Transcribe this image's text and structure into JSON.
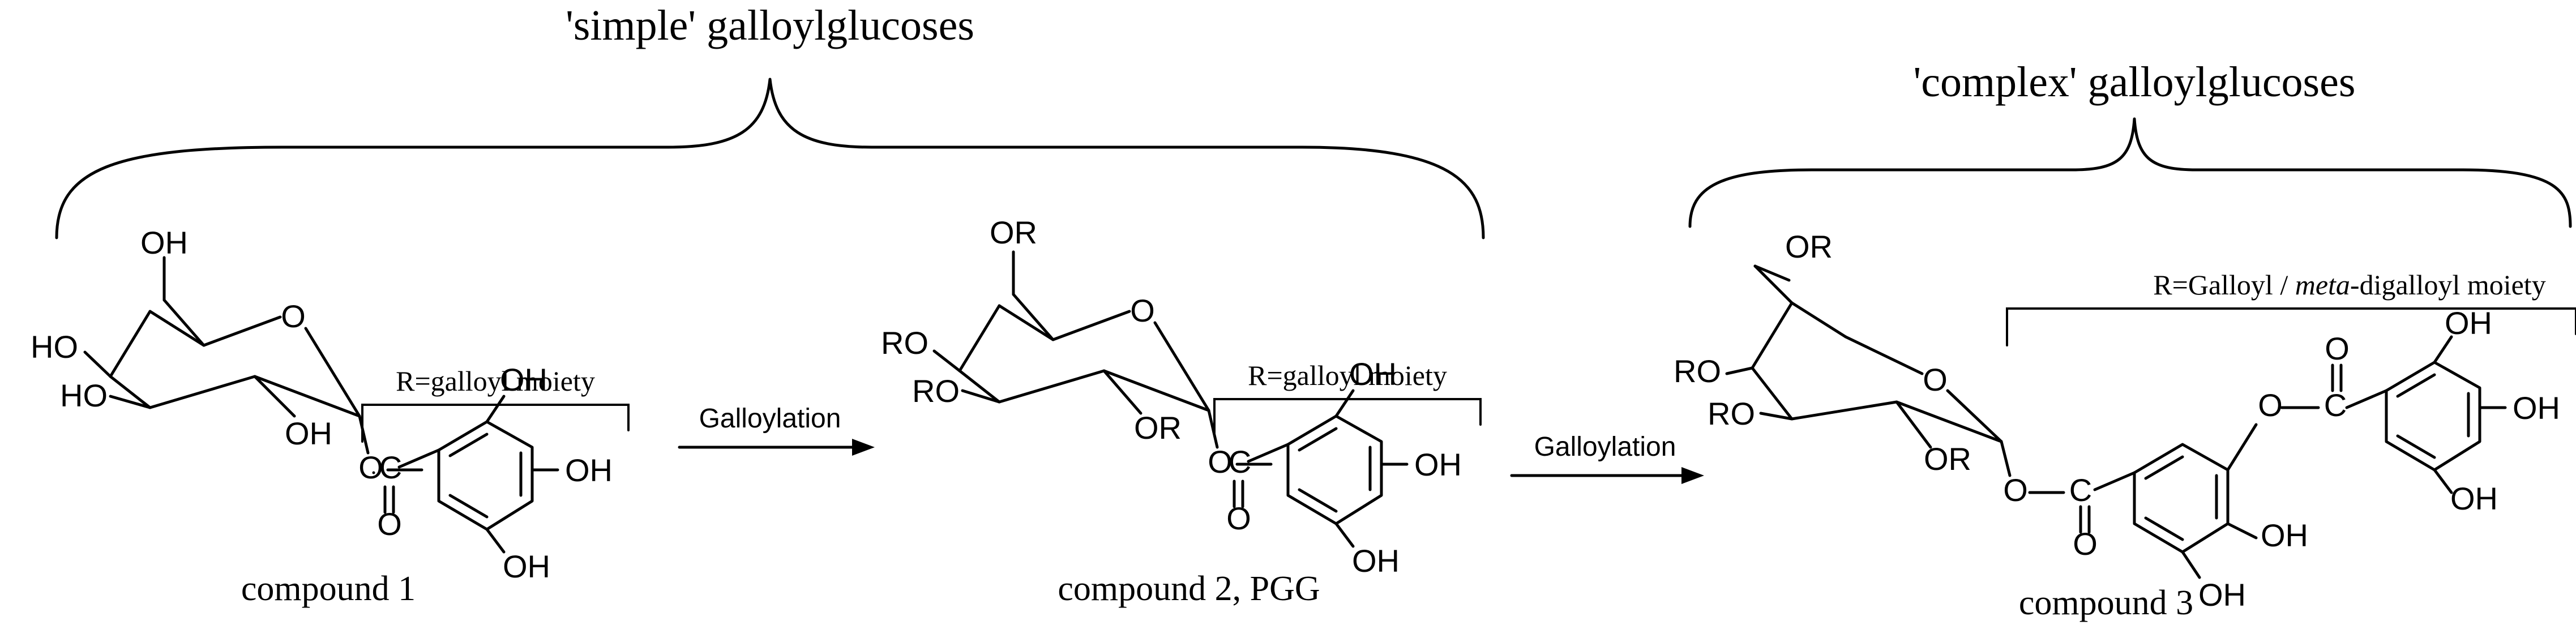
{
  "headers": {
    "simple": "'simple' galloylglucoses",
    "complex": "'complex' galloylglucoses"
  },
  "compounds": {
    "c1": "compound 1",
    "c2": "compound 2, PGG",
    "c3": "compound 3"
  },
  "r_definitions": {
    "c1": "R=galloyl moiety",
    "c2": "R=galloyl moiety",
    "c3_prefix": "R=Galloyl / ",
    "c3_italic": "meta",
    "c3_suffix": "-digalloyl moiety"
  },
  "reactions": {
    "step1": "Galloylation",
    "step2": "Galloylation"
  },
  "atoms": {
    "oh": "OH",
    "ho": "HO",
    "or": "OR",
    "ro": "RO",
    "o": "O",
    "c": "C"
  }
}
